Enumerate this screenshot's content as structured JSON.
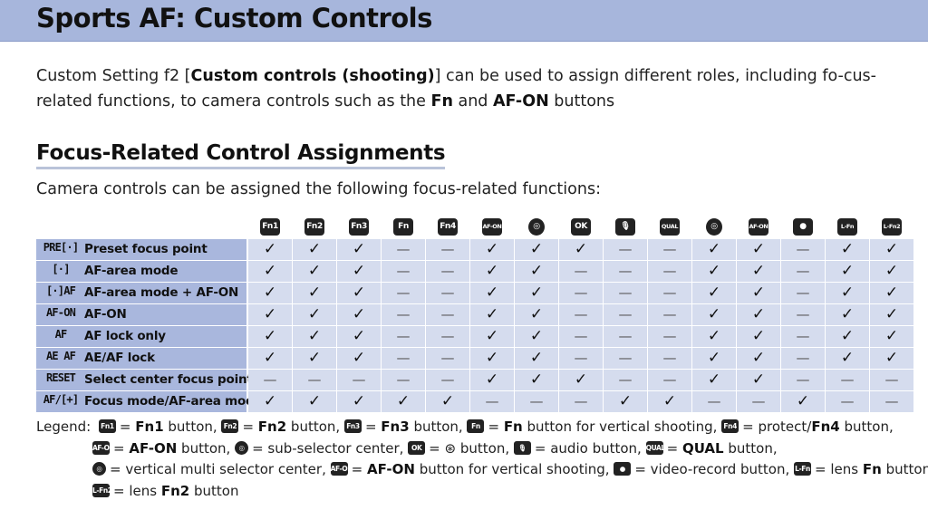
{
  "title": "Sports AF: Custom Controls",
  "intro": {
    "p1": "Custom Setting f2 [",
    "b1": "Custom controls (shooting)",
    "p2": "] can be used to assign different roles, including fo-cus-related functions, to camera controls such as the ",
    "b2": "Fn",
    "p3": " and ",
    "b3": "AF-ON",
    "p4": " buttons"
  },
  "subheading": "Focus-Related Control Assignments",
  "subintro": "Camera controls can be assigned the following focus-related functions:",
  "table": {
    "columns": [
      {
        "icon": "fn1-button-icon",
        "text": "Fn1",
        "style": ""
      },
      {
        "icon": "fn2-button-icon",
        "text": "Fn2",
        "style": ""
      },
      {
        "icon": "fn3-button-icon",
        "text": "Fn3",
        "style": ""
      },
      {
        "icon": "fn-vertical-button-icon",
        "text": "Fn",
        "style": ""
      },
      {
        "icon": "fn4-protect-button-icon",
        "text": "Fn4",
        "style": ""
      },
      {
        "icon": "af-on-button-icon",
        "text": "AF-ON",
        "style": "small"
      },
      {
        "icon": "sub-selector-center-icon",
        "text": "◎",
        "style": "round"
      },
      {
        "icon": "ok-button-icon",
        "text": "OK",
        "style": ""
      },
      {
        "icon": "audio-button-icon",
        "text": "🎙",
        "style": ""
      },
      {
        "icon": "qual-button-icon",
        "text": "QUAL",
        "style": "small"
      },
      {
        "icon": "vertical-multi-selector-center-icon",
        "text": "◎",
        "style": "round"
      },
      {
        "icon": "af-on-vertical-button-icon",
        "text": "AF-ON",
        "style": "small"
      },
      {
        "icon": "video-record-button-icon",
        "text": "●",
        "style": ""
      },
      {
        "icon": "lens-fn-button-icon",
        "text": "L-Fn",
        "style": "small"
      },
      {
        "icon": "lens-fn2-button-icon",
        "text": "L-Fn2",
        "style": "small"
      }
    ],
    "rows": [
      {
        "symbol": "PRE[·]",
        "label": "Preset focus point",
        "cells": [
          "✓",
          "✓",
          "✓",
          "—",
          "—",
          "✓",
          "✓",
          "✓",
          "—",
          "—",
          "✓",
          "✓",
          "—",
          "✓",
          "✓"
        ]
      },
      {
        "symbol": "[·]",
        "label": "AF-area mode",
        "cells": [
          "✓",
          "✓",
          "✓",
          "—",
          "—",
          "✓",
          "✓",
          "—",
          "—",
          "—",
          "✓",
          "✓",
          "—",
          "✓",
          "✓"
        ]
      },
      {
        "symbol": "[·]AF",
        "label": "AF-area mode + AF-ON",
        "cells": [
          "✓",
          "✓",
          "✓",
          "—",
          "—",
          "✓",
          "✓",
          "—",
          "—",
          "—",
          "✓",
          "✓",
          "—",
          "✓",
          "✓"
        ]
      },
      {
        "symbol": "AF-ON",
        "label": "AF-ON",
        "cells": [
          "✓",
          "✓",
          "✓",
          "—",
          "—",
          "✓",
          "✓",
          "—",
          "—",
          "—",
          "✓",
          "✓",
          "—",
          "✓",
          "✓"
        ]
      },
      {
        "symbol": "AF",
        "label": "AF lock only",
        "cells": [
          "✓",
          "✓",
          "✓",
          "—",
          "—",
          "✓",
          "✓",
          "—",
          "—",
          "—",
          "✓",
          "✓",
          "—",
          "✓",
          "✓"
        ]
      },
      {
        "symbol": "AE AF",
        "label": "AE/AF lock",
        "cells": [
          "✓",
          "✓",
          "✓",
          "—",
          "—",
          "✓",
          "✓",
          "—",
          "—",
          "—",
          "✓",
          "✓",
          "—",
          "✓",
          "✓"
        ]
      },
      {
        "symbol": "RESET",
        "label": "Select center focus point",
        "cells": [
          "—",
          "—",
          "—",
          "—",
          "—",
          "✓",
          "✓",
          "✓",
          "—",
          "—",
          "✓",
          "✓",
          "—",
          "—",
          "—"
        ]
      },
      {
        "symbol": "AF/[+]",
        "label": "Focus mode/AF-area mode",
        "cells": [
          "✓",
          "✓",
          "✓",
          "✓",
          "✓",
          "—",
          "—",
          "—",
          "✓",
          "✓",
          "—",
          "—",
          "✓",
          "—",
          "—"
        ]
      }
    ]
  },
  "legend": {
    "label": "Legend:",
    "line1": [
      {
        "icon": "Fn1",
        "bold": "Fn1",
        "text": " button,"
      },
      {
        "icon": "Fn2",
        "bold": "Fn2",
        "text": " button,"
      },
      {
        "icon": "Fn3",
        "bold": "Fn3",
        "text": " button,"
      },
      {
        "icon": "Fn",
        "bold": "Fn",
        "text": " button for vertical shooting,"
      },
      {
        "icon": "Fn4",
        "bold": "",
        "text": " protect/",
        "bold2": "Fn4",
        "text2": " button,"
      }
    ],
    "line2": [
      {
        "icon": "AF-ON",
        "bold": "AF-ON",
        "text": " button,"
      },
      {
        "icon": "◎",
        "bold": "",
        "text": " sub-selector center,"
      },
      {
        "icon": "OK",
        "bold": "",
        "text": " ⊛ button,"
      },
      {
        "icon": "🎙",
        "bold": "",
        "text": " audio button,"
      },
      {
        "icon": "QUAL",
        "bold": "QUAL",
        "text": " button,"
      }
    ],
    "line3": [
      {
        "icon": "◎",
        "bold": "",
        "text": " vertical multi selector center,"
      },
      {
        "icon": "AF-ON",
        "bold": "AF-ON",
        "text": " button for vertical shooting,"
      },
      {
        "icon": "●",
        "bold": "",
        "text": " video-record button,"
      },
      {
        "icon": "L-Fn",
        "bold": "",
        "text": " lens ",
        "bold2": "Fn",
        "text2": " button,"
      }
    ],
    "line4": [
      {
        "icon": "L-Fn2",
        "bold": "",
        "text": " lens ",
        "bold2": "Fn2",
        "text2": " button"
      }
    ]
  }
}
